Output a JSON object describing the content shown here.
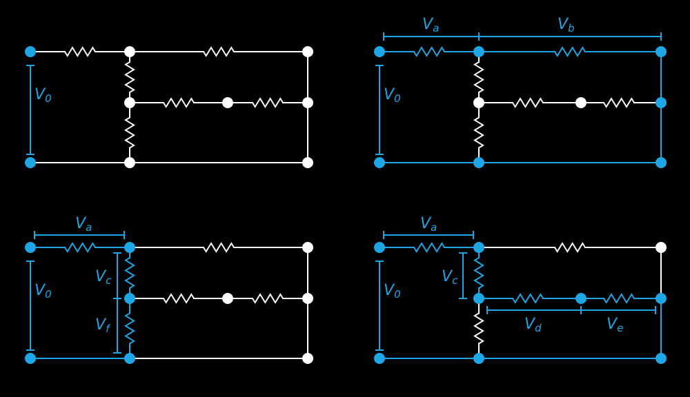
{
  "colors": {
    "background": "#000000",
    "wire_default": "#ffffff",
    "wire_highlight": "#1ea7e4",
    "node_default": "#ffffff",
    "node_highlight": "#1ea7e4",
    "label": "#1ea7e4"
  },
  "panels": {
    "top_left": {
      "labels": {
        "v0": {
          "main": "V",
          "sub": "0"
        }
      }
    },
    "top_right": {
      "labels": {
        "va": {
          "main": "V",
          "sub": "a"
        },
        "vb": {
          "main": "V",
          "sub": "b"
        },
        "v0": {
          "main": "V",
          "sub": "0"
        }
      }
    },
    "bottom_left": {
      "labels": {
        "va": {
          "main": "V",
          "sub": "a"
        },
        "v0": {
          "main": "V",
          "sub": "0"
        },
        "vc": {
          "main": "V",
          "sub": "c"
        },
        "vf": {
          "main": "V",
          "sub": "f"
        }
      }
    },
    "bottom_right": {
      "labels": {
        "va": {
          "main": "V",
          "sub": "a"
        },
        "v0": {
          "main": "V",
          "sub": "0"
        },
        "vc": {
          "main": "V",
          "sub": "c"
        },
        "vd": {
          "main": "V",
          "sub": "d"
        },
        "ve": {
          "main": "V",
          "sub": "e"
        }
      }
    }
  }
}
